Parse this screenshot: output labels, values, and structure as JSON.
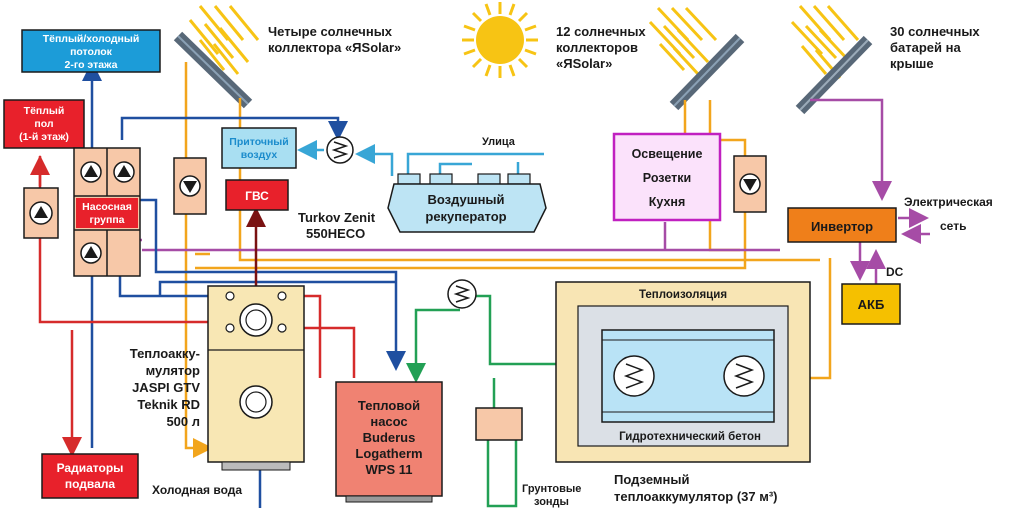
{
  "colors": {
    "hot": "#d62b2b",
    "cold": "#1f4fa0",
    "solar": "#f2a51c",
    "electric": "#a64ca6",
    "air": "#38a6d6",
    "ground": "#22a055",
    "dhw": "#7a1212",
    "panel": "#586878",
    "sun": "#f7c414",
    "pump_fill": "#f7c8a8",
    "tank_fill": "#f8e7b4",
    "inverter": "#ef7f1a",
    "battery": "#f5c000",
    "heat_pump_fill": "#f08272",
    "red_box": "#e8212b",
    "blue_box": "#1c9cd8",
    "light_blue_box": "#a9dff2",
    "recuperator_fill": "#bde4f4",
    "lighting_fill": "#fbe2fb",
    "lighting_border": "#c020c0",
    "insulation_fill": "#f8e5b4",
    "concrete_fill": "#dbe0e6",
    "storage_fill": "#b9e3f6"
  },
  "labels": {
    "ceiling_2nd_floor": [
      "Тёплый/холодный",
      "потолок",
      "2-го этажа"
    ],
    "floor_1st": [
      "Тёплый",
      "пол",
      "(1-й этаж)"
    ],
    "pump_group": [
      "Насосная",
      "группа"
    ],
    "supply_air": [
      "Приточный",
      "воздух"
    ],
    "dhw": "ГВС",
    "recuperator_model": [
      "Turkov Zenit",
      "550HECO"
    ],
    "street": "Улица",
    "recuperator": [
      "Воздушный",
      "рекуператор"
    ],
    "lighting_block": [
      "Освещение",
      "Розетки",
      "Кухня"
    ],
    "inverter": "Инвертор",
    "grid": [
      "Электрическая",
      "сеть"
    ],
    "dc": "DC",
    "battery": "АКБ",
    "collectors_4": [
      "Четыре солнечных",
      "коллектора «ЯSolar»"
    ],
    "collectors_12": [
      "12 солнечных",
      "коллекторов",
      "«ЯSolar»"
    ],
    "pv_30": [
      "30 солнечных",
      "батарей на",
      "крыше"
    ],
    "tank": [
      "Теплоакку-",
      "мулятор",
      "JASPI GTV",
      "Teknik RD",
      "500 л"
    ],
    "radiators": [
      "Радиаторы",
      "подвала"
    ],
    "cold_water": "Холодная вода",
    "heat_pump": [
      "Тепловой",
      "насос",
      "Buderus",
      "Logatherm",
      "WPS 11"
    ],
    "ground_probes": [
      "Грунтовые",
      "зонды"
    ],
    "insulation": "Теплоизоляция",
    "concrete": "Гидротехнический бетон",
    "underground": [
      "Подземный",
      "теплоаккумулятор (37 м³)"
    ]
  },
  "icons": [
    "sun-icon",
    "pump-icon",
    "heat-exchanger-icon",
    "solar-collector-icon",
    "solar-panel-icon"
  ]
}
